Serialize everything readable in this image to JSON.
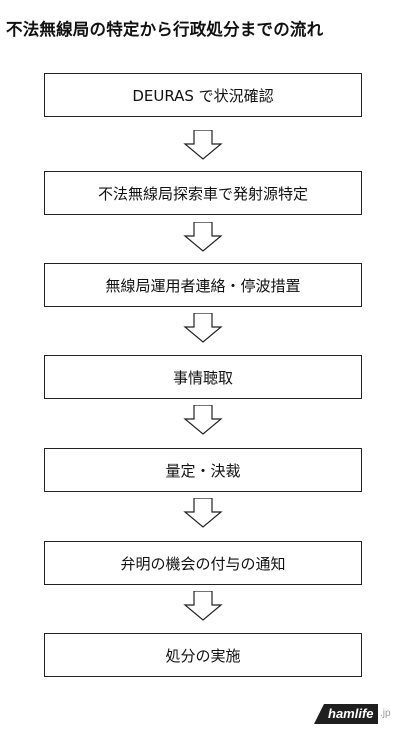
{
  "title": "不法無線局の特定から行政処分までの流れ",
  "steps": [
    "DEURAS で状況確認",
    "不法無線局探索車で発射源特定",
    "無線局運用者連絡・停波措置",
    "事情聴取",
    "量定・決裁",
    "弁明の機会の付与の通知",
    "処分の実施"
  ],
  "logo": {
    "name": "hamlife",
    "tld": ".jp"
  },
  "colors": {
    "box_border": "#222222",
    "text": "#111111",
    "logo_bg": "#1f1f1f"
  }
}
